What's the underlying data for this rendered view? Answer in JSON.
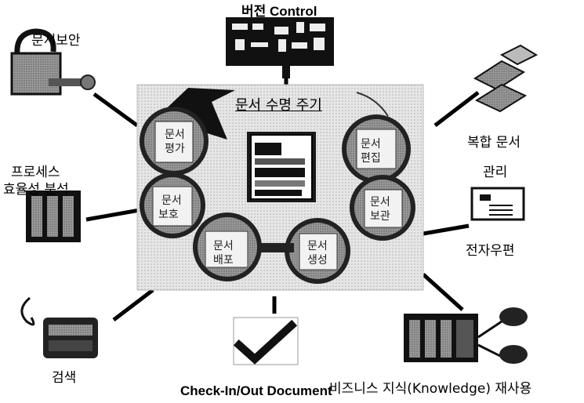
{
  "center_title": "문서 수명 주기",
  "lifecycle_nodes": [
    {
      "id": "eval",
      "text": [
        "문서",
        "평가"
      ]
    },
    {
      "id": "protect",
      "text": [
        "문서",
        "보호"
      ]
    },
    {
      "id": "deploy",
      "text": [
        "문서",
        "배포"
      ]
    },
    {
      "id": "create",
      "text": [
        "문서",
        "생성"
      ]
    },
    {
      "id": "edit",
      "text": [
        "문서",
        "편집"
      ]
    },
    {
      "id": "store",
      "text": [
        "문서",
        "보관"
      ]
    }
  ],
  "features": {
    "version_control": "버전 Control",
    "doc_security": "문서보안",
    "process_efficiency_line1": "프로세스",
    "process_efficiency_line2": "효율성 분석",
    "compound_doc_line1": "복합 문서",
    "compound_doc_line2": "관리",
    "email": "전자우편",
    "search": "검색",
    "checkin": "Check-In/Out Document",
    "business_knowledge": "비즈니스 지식(Knowledge) 재사용"
  }
}
